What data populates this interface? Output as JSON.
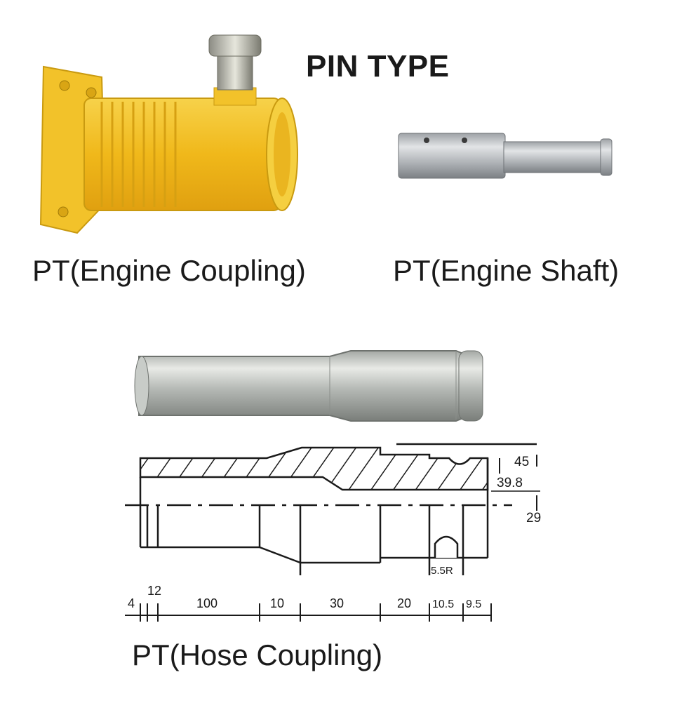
{
  "title": "PIN TYPE",
  "products": {
    "engine_coupling": {
      "caption": "PT(Engine Coupling)"
    },
    "engine_shaft": {
      "caption": "PT(Engine Shaft)"
    },
    "hose_coupling": {
      "caption": "PT(Hose Coupling)"
    }
  },
  "drawing": {
    "radial_dims": [
      "45",
      "39.8",
      "29"
    ],
    "groove_radius": "5.5R",
    "axial_dims_top": "12",
    "axial_dims": [
      "4",
      "100",
      "10",
      "30",
      "20",
      "10.5",
      "9.5"
    ]
  },
  "colors": {
    "coupling_yellow": "#f2c01e",
    "steel": "#b8bcc0",
    "ink": "#1a1a1a"
  }
}
